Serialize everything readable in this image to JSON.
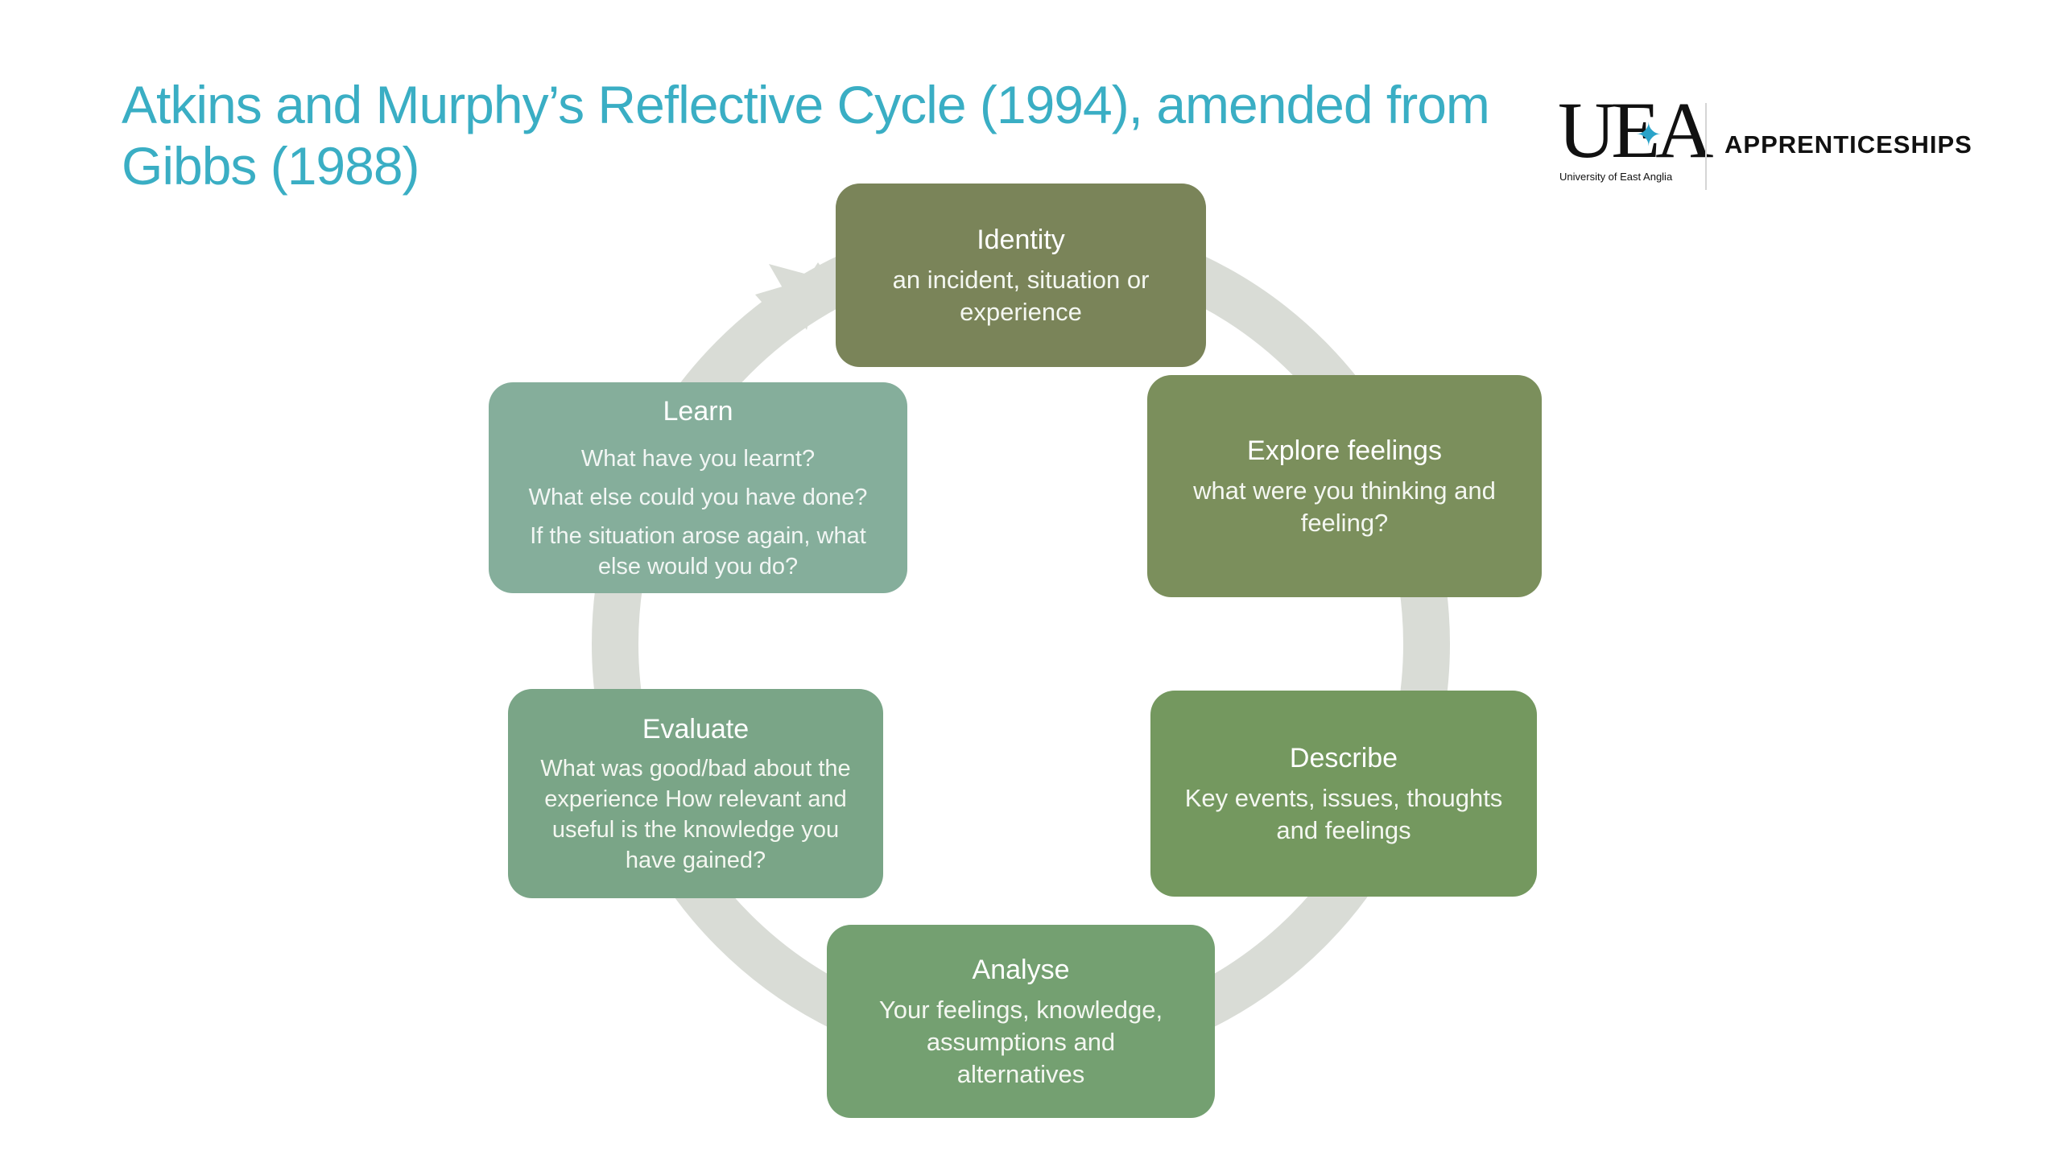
{
  "slide": {
    "title_line1": "Atkins and Murphy’s Reflective Cycle (1994), amended from",
    "title_line2": "Gibbs (1988)"
  },
  "logo": {
    "letters": "UEA",
    "university": "University of East Anglia",
    "apprenticeships": "APPRENTICESHIPS"
  },
  "stages": {
    "identity": {
      "title": "Identity",
      "body": "an incident, situation or experience"
    },
    "explore": {
      "title": "Explore feelings",
      "body": "what were you thinking and feeling?"
    },
    "describe": {
      "title": "Describe",
      "body": "Key events, issues, thoughts and feelings"
    },
    "analyse": {
      "title": "Analyse",
      "body": "Your feelings, knowledge, assumptions and alternatives"
    },
    "evaluate": {
      "title": "Evaluate",
      "body": "What was good/bad about the experience  How relevant and useful is the knowledge you have gained?"
    },
    "learn": {
      "title": "Learn",
      "q1": "What have you learnt?",
      "q2": "What else could you have done?",
      "q3": "If the situation arose again, what else would you do?"
    }
  },
  "colors": {
    "title": "#3aaec4",
    "ring": "#d9dcd6",
    "identity": "#7a8459",
    "explore": "#7b8f5c",
    "describe": "#74985f",
    "analyse": "#74a071",
    "evaluate": "#7aa587",
    "learn": "#85ae9b",
    "logo_star": "#2aa3c9"
  }
}
